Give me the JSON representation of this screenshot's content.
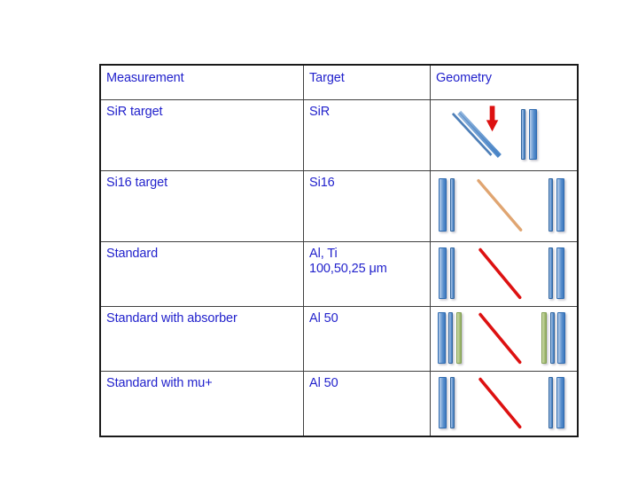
{
  "slide": {
    "background_color": "#ffffff",
    "text_color": "#2222cc",
    "border_color": "#1a1a1a"
  },
  "table": {
    "headers": {
      "measurement": "Measurement",
      "target": "Target",
      "geometry": "Geometry"
    },
    "rows": [
      {
        "measurement": "SiR target",
        "target_line1": "SiR",
        "target_line2": "",
        "geometry_description": "two parallel blue diagonal slabs with red downward arrow, plus thin and thick blue vertical detectors at right"
      },
      {
        "measurement": "Si16 target",
        "target_line1": "Si16",
        "target_line2": "",
        "geometry_description": "blue thick and thin vertical bars at left, tan diagonal line in centre, thin and thick blue vertical bars at right"
      },
      {
        "measurement": "Standard",
        "target_line1": "Al, Ti",
        "target_line2": "100,50,25 μm",
        "geometry_description": "blue thick and thin vertical bars at left, red diagonal line in centre, thin and thick blue vertical bars at right"
      },
      {
        "measurement": "Standard with absorber",
        "target_line1": "Al 50",
        "target_line2": "",
        "geometry_description": "blue thick, blue thin and green thin bars at left, red diagonal line in centre, green thin, blue thin and blue thick bars at right"
      },
      {
        "measurement": "Standard with mu+",
        "target_line1": "Al 50",
        "target_line2": "",
        "geometry_description": "blue thick and thin vertical bars at left, red diagonal line in centre, thin and thick blue vertical bars at right"
      }
    ]
  },
  "colors": {
    "blue_bar": "#4a84c6",
    "green_bar": "#9cb86f",
    "red_line": "#dd1111",
    "tan_line": "#e0a571",
    "text": "#2222cc",
    "border": "#1a1a1a"
  },
  "icons": {
    "down_arrow": "red-down-arrow-icon"
  }
}
